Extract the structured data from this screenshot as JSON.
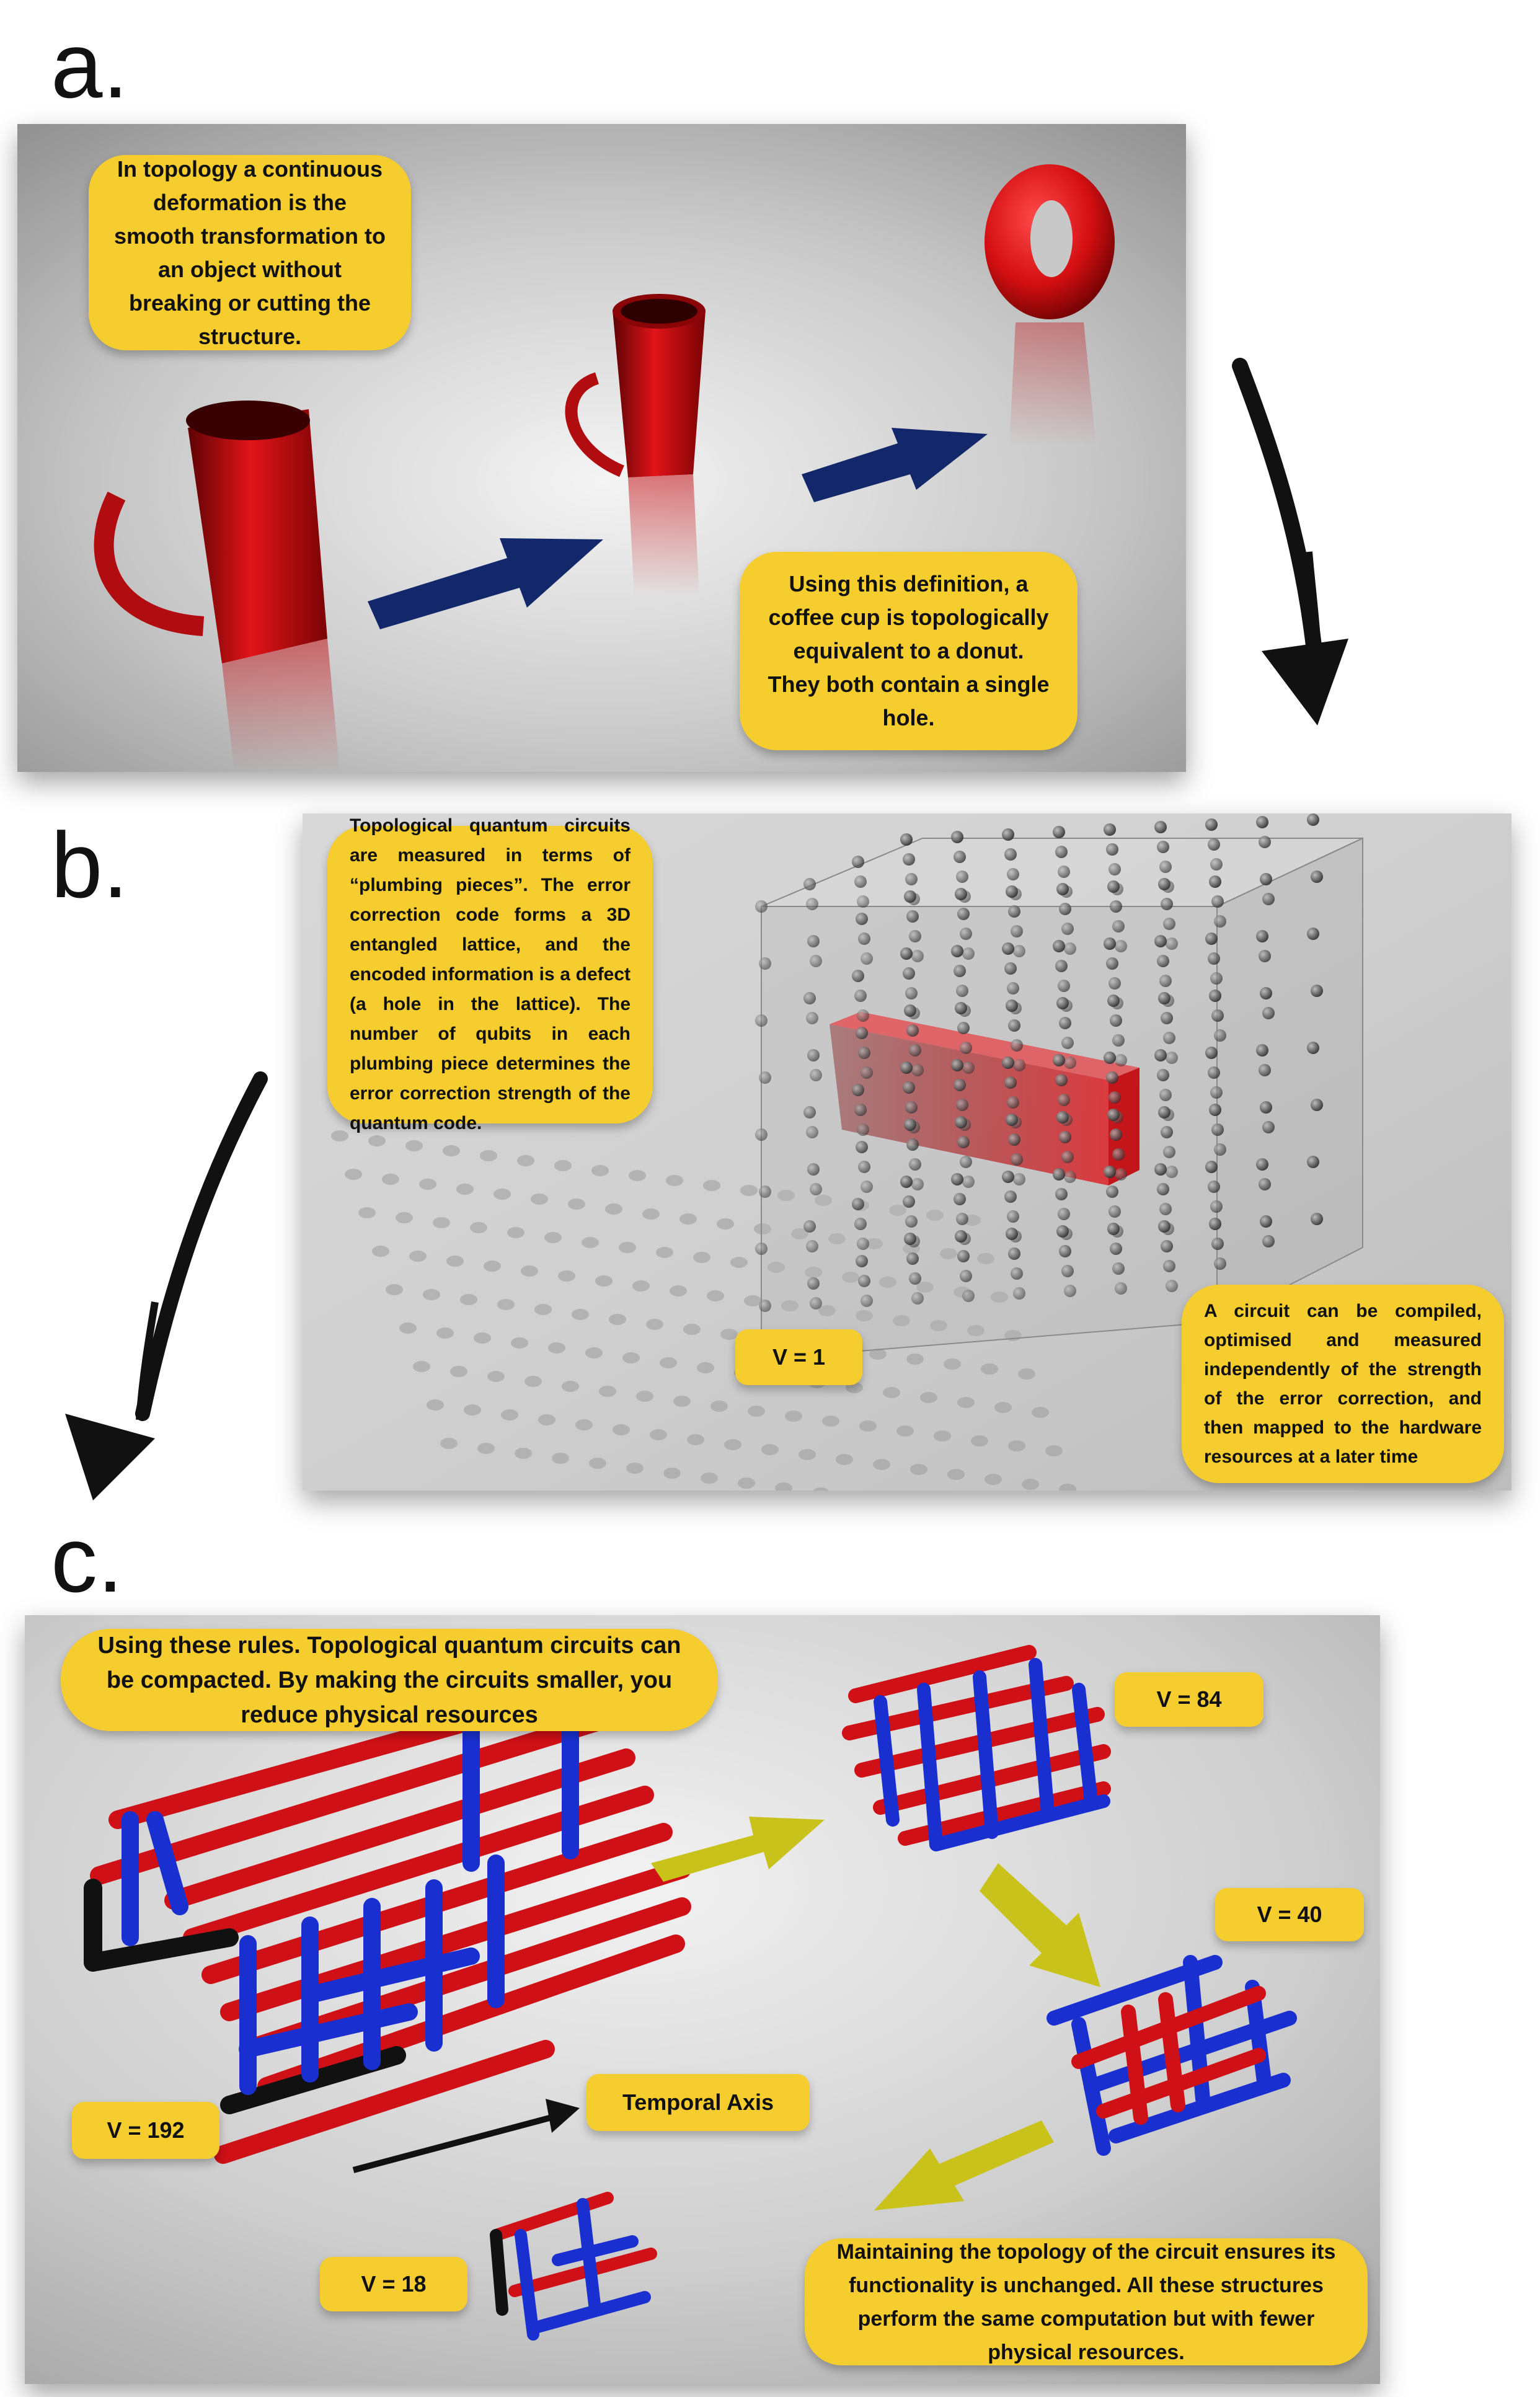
{
  "panels": {
    "a": {
      "letter": "a.",
      "note_topology": "In topology a continuous deformation is the smooth transformation to an object without breaking or cutting the structure.",
      "note_equivalence": "Using this definition, a coffee cup is topologically equivalent to a donut.  They both contain a single hole."
    },
    "b": {
      "letter": "b.",
      "note_plumbing": "Topological quantum circuits are measured in terms of “plumbing pieces”.   The error correction code forms a 3D entangled lattice, and the encoded information is a defect (a hole in the lattice).   The number of qubits in each plumbing piece determines the error correction strength of the quantum code.",
      "volume_label": "V = 1",
      "note_compile": "A circuit can be compiled, optimised and measured independently of the strength of the error correction, and then mapped to the hardware resources at a later time"
    },
    "c": {
      "letter": "c.",
      "note_rules": "Using these rules. Topological quantum circuits can be compacted.  By making the circuits smaller, you reduce physical resources",
      "volume_84": "V = 84",
      "volume_40": "V = 40",
      "volume_192": "V = 192",
      "volume_18": "V = 18",
      "temporal_axis": "Temporal Axis",
      "note_maintain": "Maintaining the topology of the circuit ensures its functionality is unchanged.  All these structures perform the same computation but with fewer physical resources."
    }
  },
  "colors": {
    "note_yellow": "#f6cd2e",
    "object_red": "#d40f12",
    "arrow_navy": "#13286b",
    "arrow_yellow": "#c9c21a",
    "circuit_blue": "#1a2fd0",
    "panel_grey": "#c9c9c9"
  }
}
